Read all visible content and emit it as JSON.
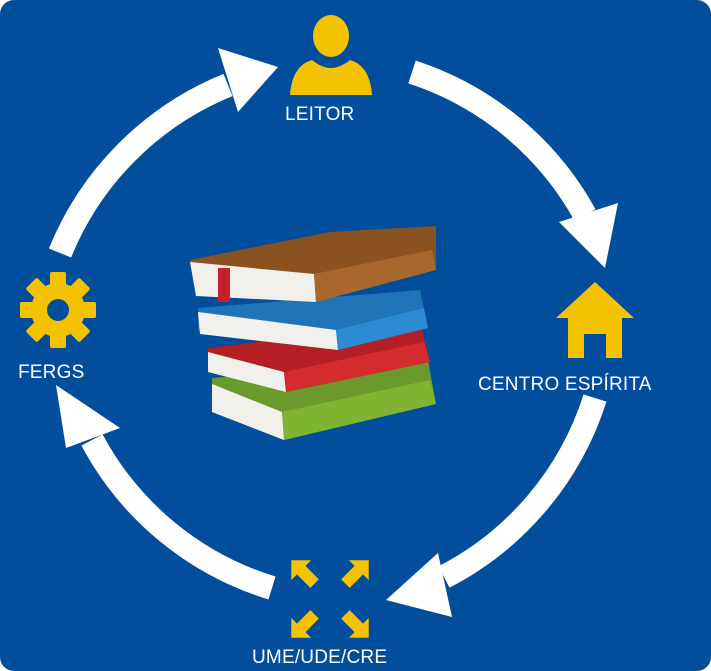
{
  "diagram": {
    "nodes": [
      {
        "id": "leitor",
        "label": "LEITOR",
        "icon": "user-icon"
      },
      {
        "id": "centro",
        "label": "CENTRO ESPÍRITA",
        "icon": "house-icon"
      },
      {
        "id": "ume",
        "label": "UME/UDE/CRE",
        "icon": "expand-arrows-icon"
      },
      {
        "id": "fergs",
        "label": "FERGS",
        "icon": "gear-icon"
      }
    ],
    "center_icon": "books-stack-icon",
    "cycle": [
      "leitor",
      "centro",
      "ume",
      "fergs",
      "leitor"
    ]
  },
  "colors": {
    "background": "#034e9c",
    "icon": "#f5c200",
    "arrows": "#ffffff",
    "text": "#ffffff"
  }
}
